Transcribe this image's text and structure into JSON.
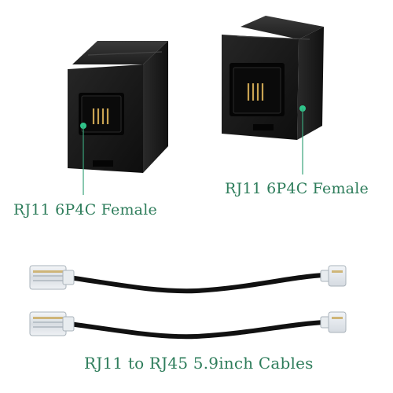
{
  "labels": {
    "left_coupler": "RJ11 6P4C Female",
    "right_coupler": "RJ11 6P4C Female",
    "cables": "RJ11 to RJ45 5.9inch Cables"
  },
  "colors": {
    "label_text": "#2e7d5b",
    "callout_line": "#3aa37a",
    "pin_dot": "#2fc48a",
    "housing": "#1a1a1a",
    "cable": "#111111",
    "background": "#ffffff"
  }
}
